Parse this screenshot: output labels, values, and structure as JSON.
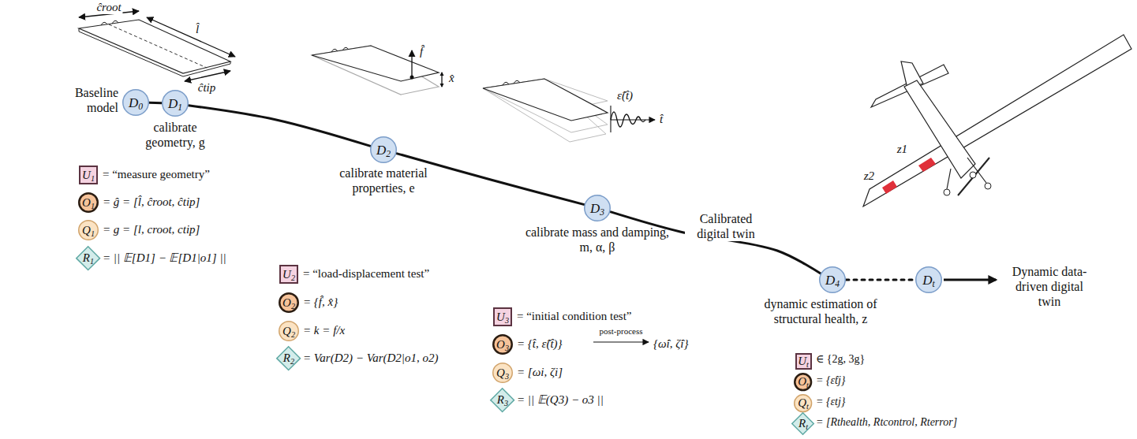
{
  "diagram": {
    "nodes": [
      {
        "text": [
          "D0"
        ]
      },
      {
        "text": [
          "D1"
        ]
      },
      {
        "text": [
          "U1"
        ]
      },
      {
        "text": [
          "O1"
        ]
      },
      {
        "text": [
          "Q1"
        ]
      },
      {
        "text": [
          "R1"
        ]
      },
      {
        "text": [
          "D2"
        ]
      },
      {
        "text": [
          "U2"
        ]
      },
      {
        "text": [
          "O2"
        ]
      },
      {
        "text": [
          "Q2"
        ]
      },
      {
        "text": [
          "R2"
        ]
      },
      {
        "text": [
          "D3"
        ]
      },
      {
        "text": [
          "U3"
        ]
      },
      {
        "text": [
          "O3"
        ]
      },
      {
        "text": [
          "Q3"
        ]
      },
      {
        "text": [
          "R3"
        ]
      },
      {
        "text": [
          "D4"
        ]
      },
      {
        "text": [
          "Dt"
        ]
      },
      {
        "text": [
          "Ut"
        ]
      },
      {
        "text": [
          "Ot"
        ]
      },
      {
        "text": [
          "Qt"
        ]
      },
      {
        "text": [
          "Rt"
        ]
      }
    ],
    "edges": [
      {
        "from": 0,
        "to": 1,
        "arrow": "none"
      },
      {
        "from": 1,
        "to": 6,
        "arrow": "none"
      },
      {
        "from": 6,
        "to": 11,
        "arrow": "none"
      },
      {
        "from": 11,
        "to": 16,
        "arrow": "none"
      },
      {
        "from": 16,
        "to": 17,
        "arrow": "none"
      }
    ],
    "labels": [
      "ĉroot",
      "l̂",
      "ĉtip",
      "Baseline model",
      "calibrate geometry, g",
      "= “measure geometry”",
      "= ĝ = [l̂, ĉroot, ĉtip]",
      "= g = [l, croot, ctip]",
      "= || 𝔼[D1] − 𝔼[D1|o1] ||",
      "f̂",
      "x̂",
      "calibrate material properties, e",
      "= “load-displacement test”",
      "= {f̂, x̂}",
      "= k = f/x",
      "= Var(D2) − Var(D2|o1, o2)",
      "ε̂(t̂)",
      "t̂",
      "calibrate mass and damping, m, α, β",
      "= “initial condition test”",
      "= {t̂, ε̂(t̂)}",
      "post-process",
      "{ω̂i, ζ̂i}",
      "= [ωi, ζi]",
      "= || 𝔼(Q3) − o3 ||",
      "Calibrated digital twin",
      "z1",
      "z2",
      "dynamic estimation of structural health, z",
      "∈ {2g, 3g}",
      "= {ε̂tj}",
      "= {εtj}",
      "= [Rthealth, Rtcontrol, Rterror]",
      "Dynamic data-driven digital twin"
    ]
  }
}
